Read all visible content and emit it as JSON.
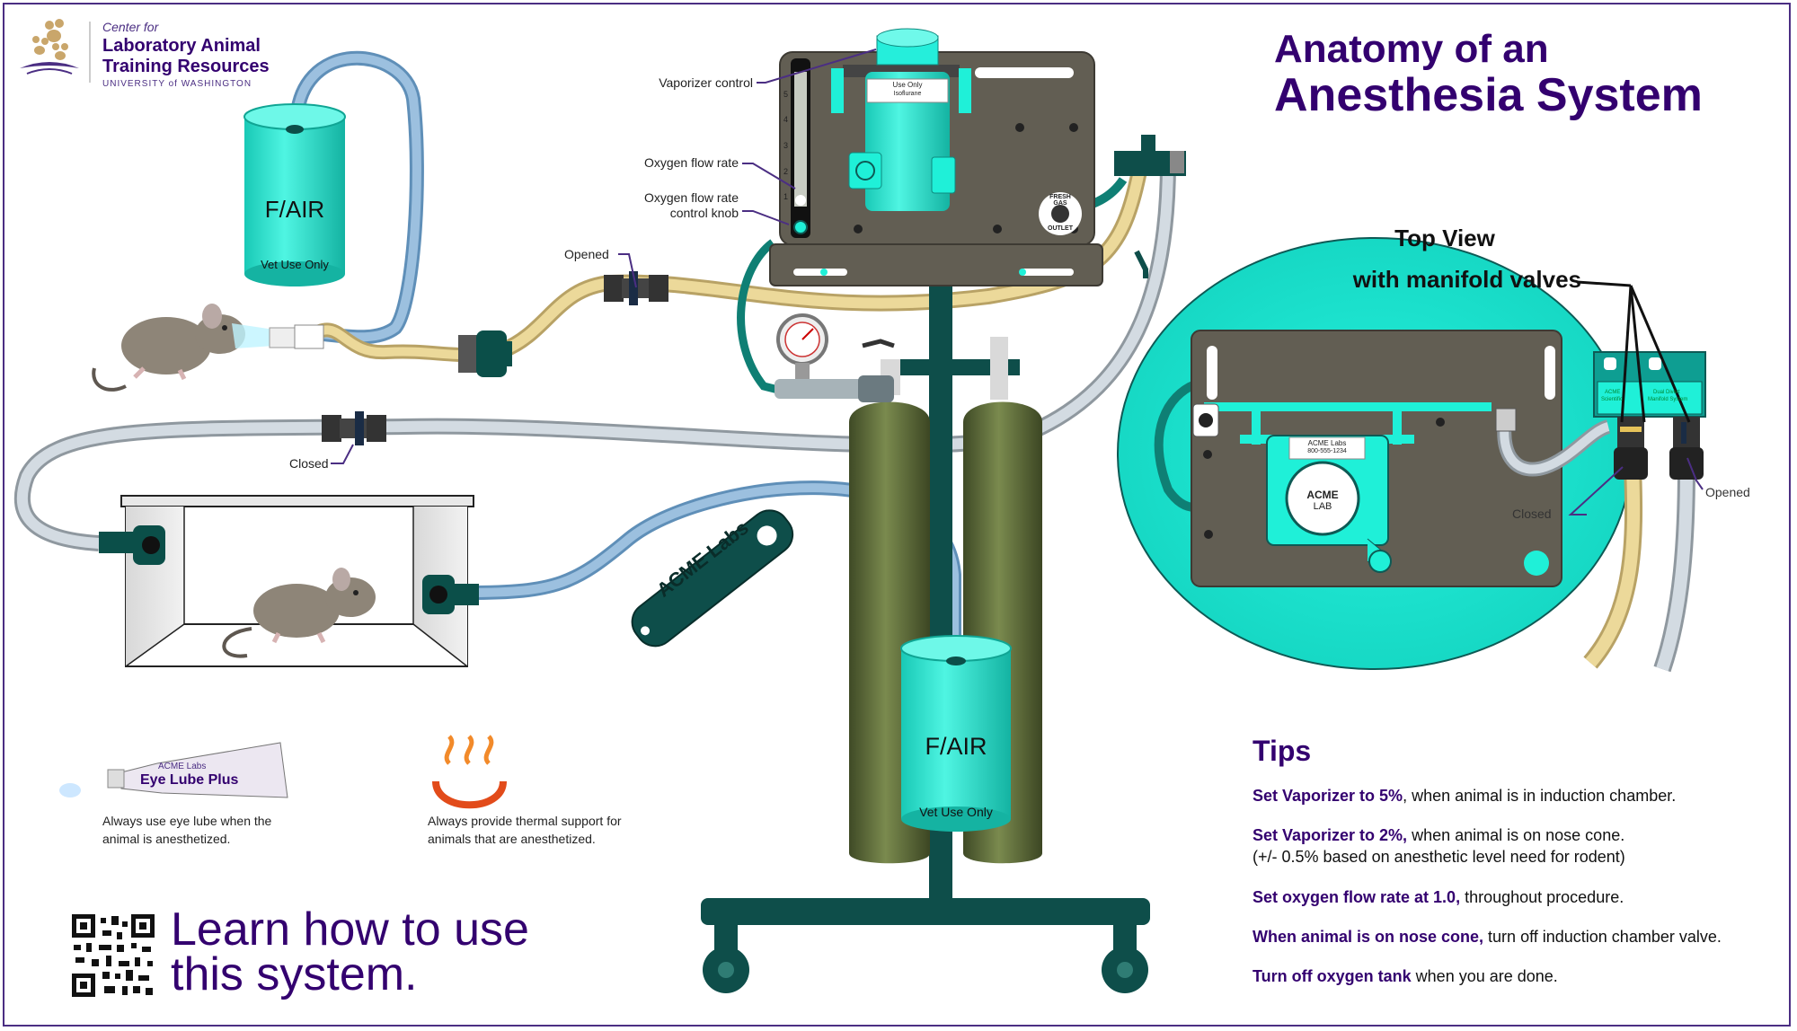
{
  "logo": {
    "line1": "Center for",
    "line2": "Laboratory Animal",
    "line3": "Training Resources",
    "line4": "UNIVERSITY of WASHINGTON"
  },
  "title": {
    "line1": "Anatomy of an",
    "line2": "Anesthesia System"
  },
  "labels": {
    "vaporizer_control": "Vaporizer control",
    "oxygen_flow_rate": "Oxygen flow rate",
    "oxygen_knob_line1": "Oxygen flow rate",
    "oxygen_knob_line2": "control knob",
    "opened_left": "Opened",
    "closed_left": "Closed",
    "fresh_gas_line1": "FRESH GAS",
    "fresh_gas_line2": "OUTLET",
    "vaporizer_tag_line1": "Use Only",
    "vaporizer_tag_line2": "Isoflurane",
    "flowmeter_ticks": [
      "5",
      "4",
      "3",
      "2",
      "1"
    ],
    "keyring_brand": "ACME Labs"
  },
  "canisters": {
    "top": {
      "label": "F/AIR",
      "sub": "Vet Use Only"
    },
    "bottom": {
      "label": "F/AIR",
      "sub": "Vet Use Only"
    }
  },
  "topview": {
    "title_line1": "Top View",
    "title_line2": "with manifold  valves",
    "closed": "Closed",
    "opened": "Opened",
    "dial_line1": "ACME",
    "dial_line2": "LAB",
    "plate_line1": "ACME Labs",
    "plate_line2": "800-555-1234",
    "manifold_left_line1": "ACME",
    "manifold_left_line2": "Scientific",
    "manifold_right_line1": "Dual Divert",
    "manifold_right_line2": "Manifold System"
  },
  "eye_lube": {
    "brand": "ACME Labs",
    "name": "Eye Lube Plus",
    "caption_line1": "Always use eye lube when the",
    "caption_line2": "animal is anesthetized."
  },
  "thermal": {
    "caption_line1": "Always provide thermal support for",
    "caption_line2": "animals that are anesthetized."
  },
  "tips": {
    "heading": "Tips",
    "items": [
      {
        "bold": "Set Vaporizer to 5%",
        "rest": ", when animal is in induction chamber."
      },
      {
        "bold": "Set Vaporizer to 2%,",
        "rest": " when animal is on nose cone."
      },
      {
        "bold": "",
        "rest": "(+/- 0.5% based on anesthetic level need for rodent)"
      },
      {
        "bold": "Set oxygen flow rate at 1.0,",
        "rest": " throughout procedure."
      },
      {
        "bold": "When animal is on nose cone,",
        "rest": " turn off induction chamber valve."
      },
      {
        "bold": "Turn off oxygen tank",
        "rest": " when you are done."
      }
    ]
  },
  "learn": {
    "line1": "Learn how to use",
    "line2": "this system."
  },
  "colors": {
    "purple": "#33006f",
    "cyan": "#1ff0d8",
    "teal_dark": "#0e5a55",
    "olive_tank": "#5d6b3a",
    "machine_gray": "#625e53",
    "tube_yellow": "#e6d28e",
    "tube_gray": "#c7d0d8",
    "tube_blue": "#8fb3d4"
  }
}
